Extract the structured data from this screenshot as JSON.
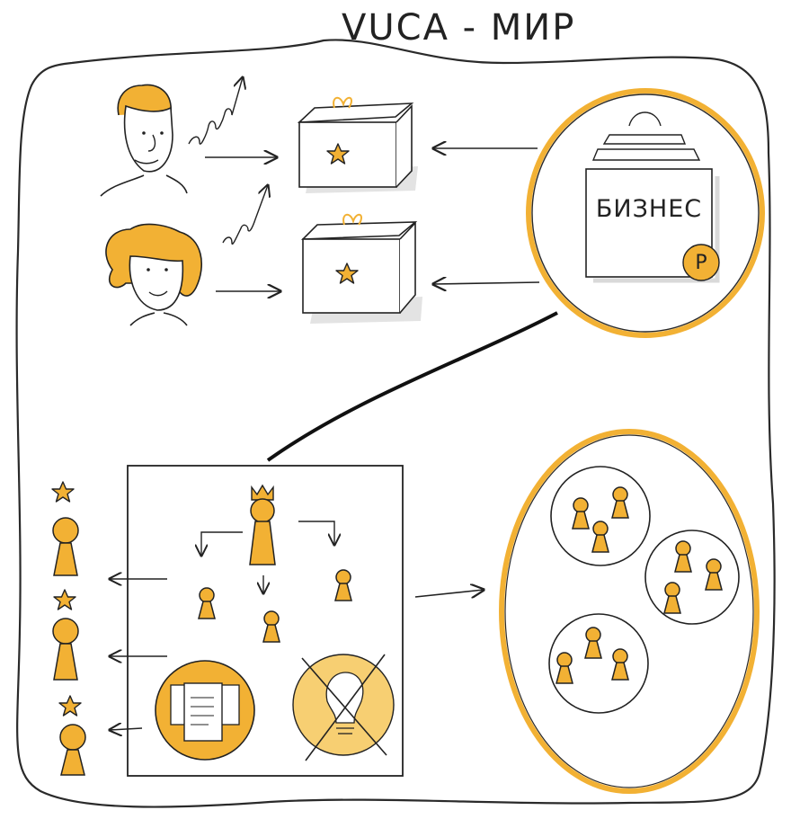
{
  "title": "VUCA - МИР",
  "business": {
    "label": "БИЗНЕС",
    "coin_symbol": "Р"
  },
  "colors": {
    "accent": "#f2b134",
    "accent_light": "#f7cf72",
    "ink": "#222222",
    "gray": "#e3e3e3"
  },
  "icons": {
    "customers": [
      "man-face-icon",
      "woman-face-icon"
    ],
    "products": [
      "gift-box-star-icon",
      "gift-box-star-icon"
    ],
    "structure": [
      "leader-crown-icon",
      "employee-icon",
      "documents-icon",
      "lightbulb-crossed-icon"
    ],
    "teams": [
      "team-group-icon",
      "team-group-icon",
      "team-group-icon"
    ]
  }
}
